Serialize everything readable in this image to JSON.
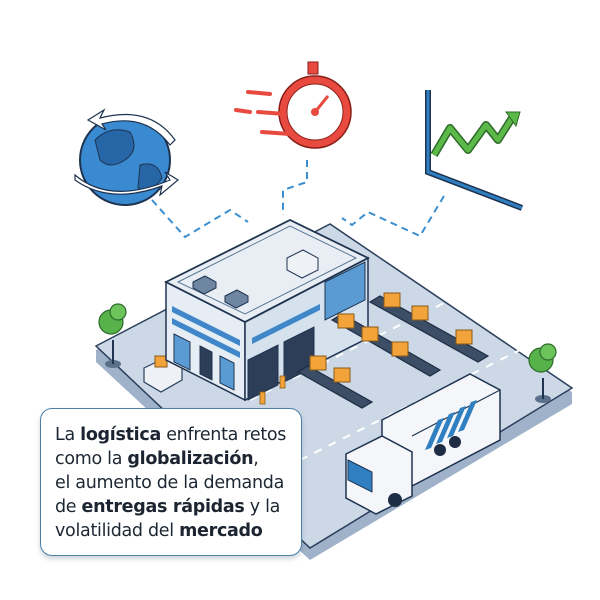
{
  "illustration": {
    "subject": "logistics warehouse isometric illustration",
    "icons": [
      {
        "name": "globe-with-arrows",
        "label": "globalization"
      },
      {
        "name": "stopwatch",
        "label": "fast deliveries"
      },
      {
        "name": "rising-chart",
        "label": "market volatility"
      }
    ],
    "colors": {
      "primary_blue": "#2f7fc1",
      "dark_navy": "#1e3350",
      "red": "#e84a3f",
      "green": "#5cb848",
      "box_orange": "#f2a33a",
      "ground": "#c9d6e6",
      "building": "#e6edf5"
    }
  },
  "caption": {
    "line1": {
      "t1": "La ",
      "b1": "logística",
      "t2": " enfrenta retos"
    },
    "line2": {
      "t1": "como la ",
      "b1": "globalización",
      "t2": ","
    },
    "line3": {
      "t1": "el aumento de la demanda"
    },
    "line4": {
      "t1": "de ",
      "b1": "entregas rápidas",
      "t2": " y la"
    },
    "line5": {
      "t1": "volatilidad del ",
      "b1": "mercado"
    }
  }
}
